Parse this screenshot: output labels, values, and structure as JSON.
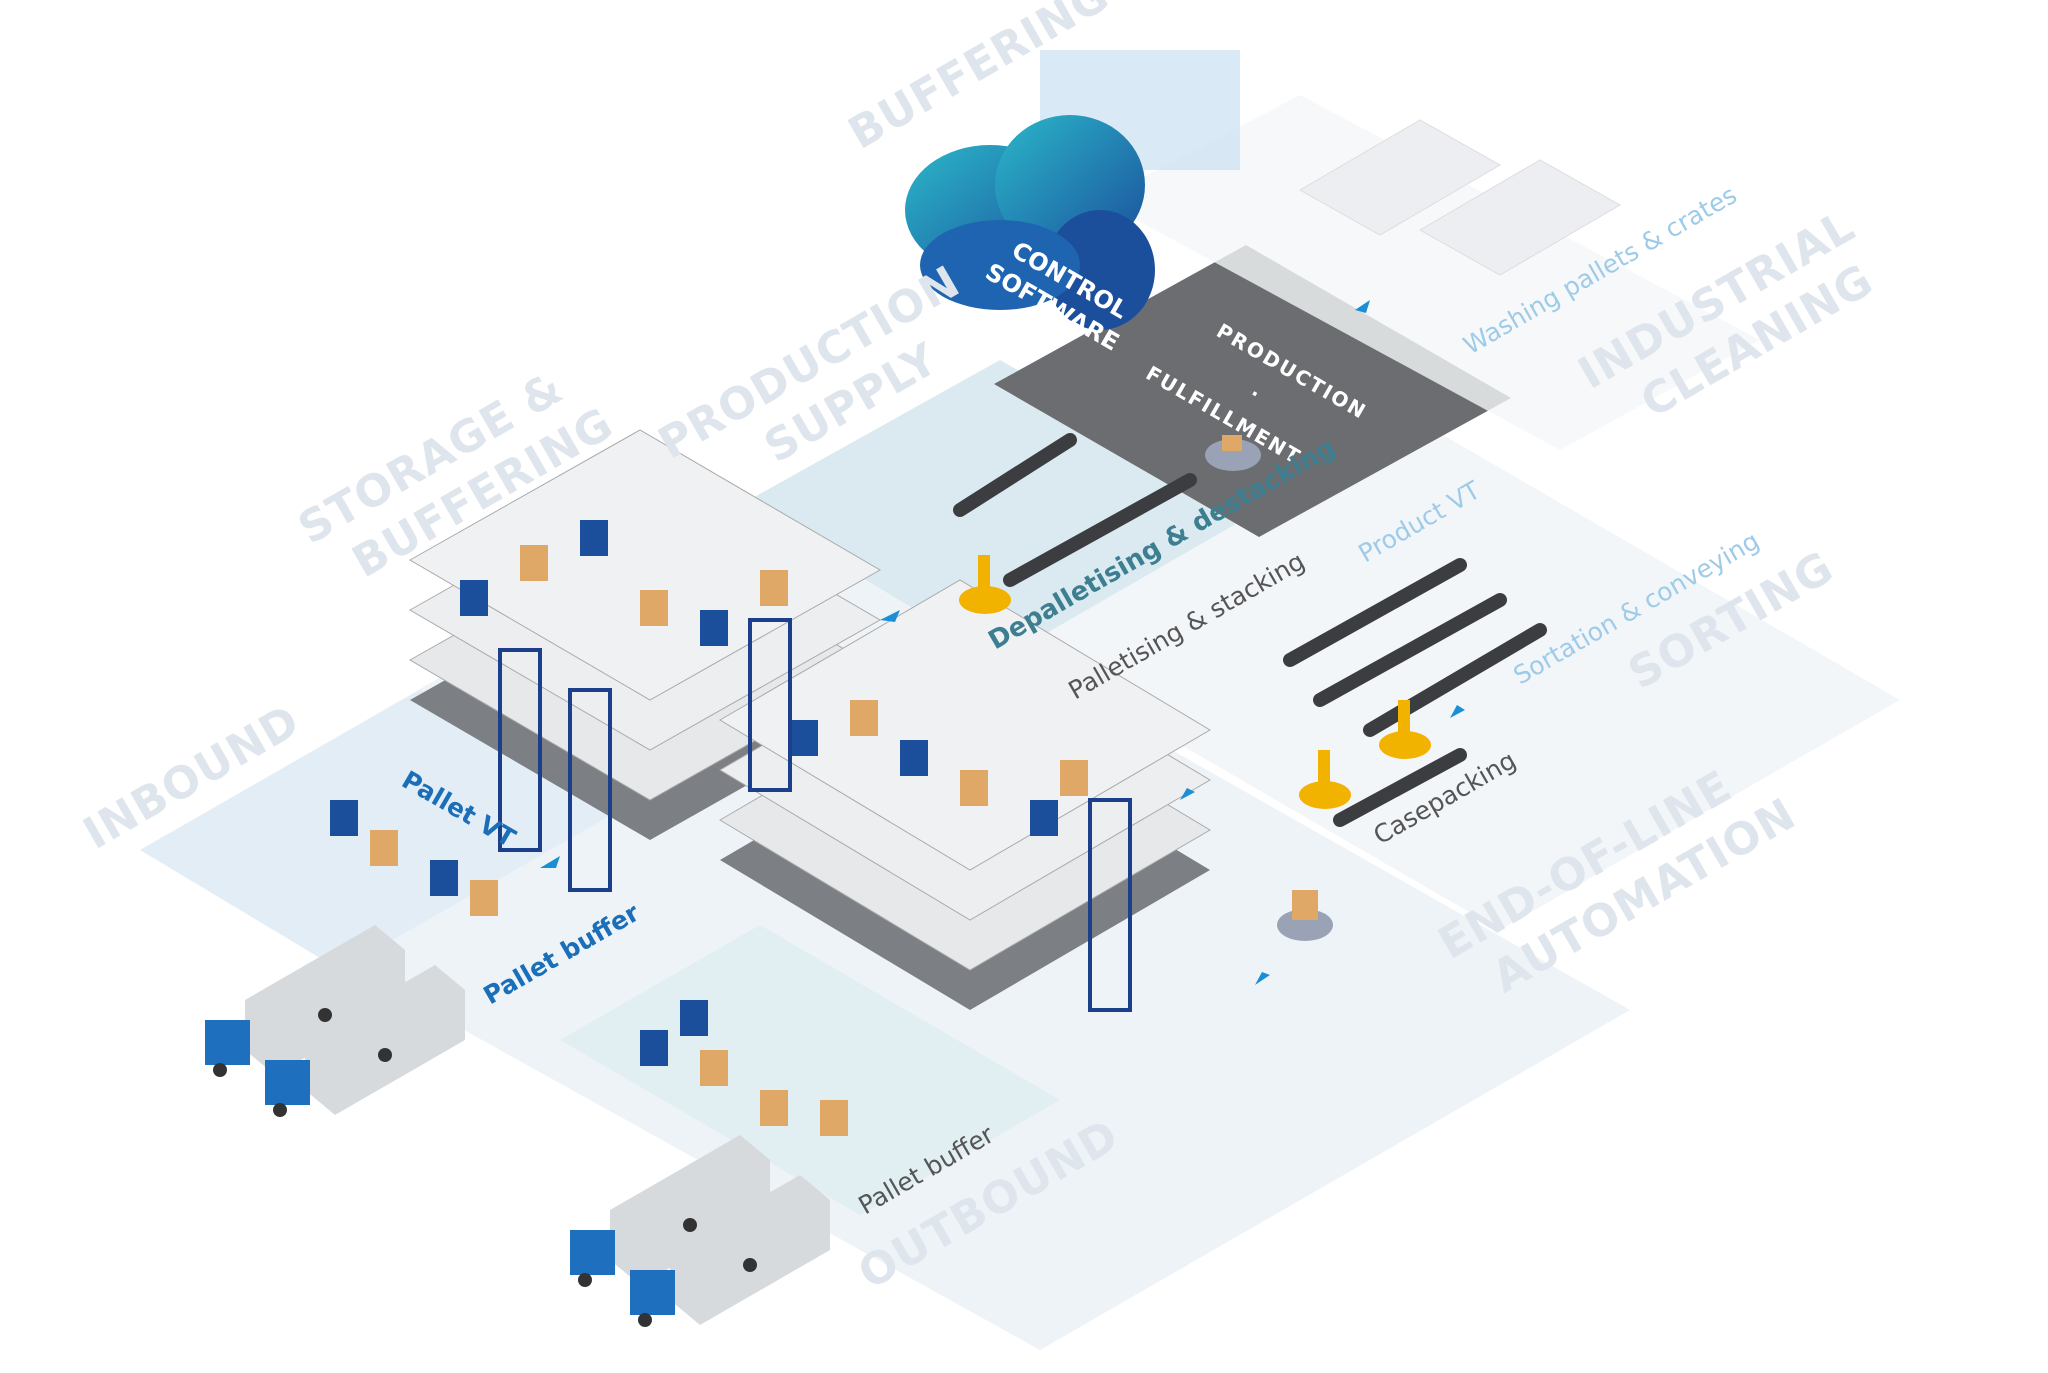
{
  "zones": {
    "buffering": "BUFFERING",
    "industrial_cleaning": [
      "INDUSTRIAL",
      "CLEANING"
    ],
    "production_supply": [
      "PRODUCTION",
      "SUPPLY"
    ],
    "storage_buffering": [
      "STORAGE &",
      "BUFFERING"
    ],
    "sorting": "SORTING",
    "end_of_line": [
      "END-OF-LINE",
      "AUTOMATION"
    ],
    "inbound": "INBOUND",
    "outbound": "OUTBOUND"
  },
  "cloud": {
    "line1": "CONTROL",
    "line2": "SOFTWARE"
  },
  "floor": {
    "line1": "PRODUCTION",
    "dot": "·",
    "line2": "FULFILLMENT"
  },
  "processes": {
    "washing": "Washing pallets & crates",
    "depalletising": "Depalletising & destacking",
    "product_vt": "Product VT",
    "palletising": "Palletising & stacking",
    "sortation": "Sortation & conveying",
    "casepacking": "Casepacking",
    "pallet_vt": "Pallet VT",
    "pallet_buffer_inbound": "Pallet buffer",
    "pallet_buffer_outbound": "Pallet buffer"
  },
  "colors": {
    "accent": "#1b8fd6",
    "dark_blue": "#1b4f9c",
    "floor": "#6b6d70",
    "box": "#e0a867",
    "zone_text": "#dfe5ec"
  }
}
